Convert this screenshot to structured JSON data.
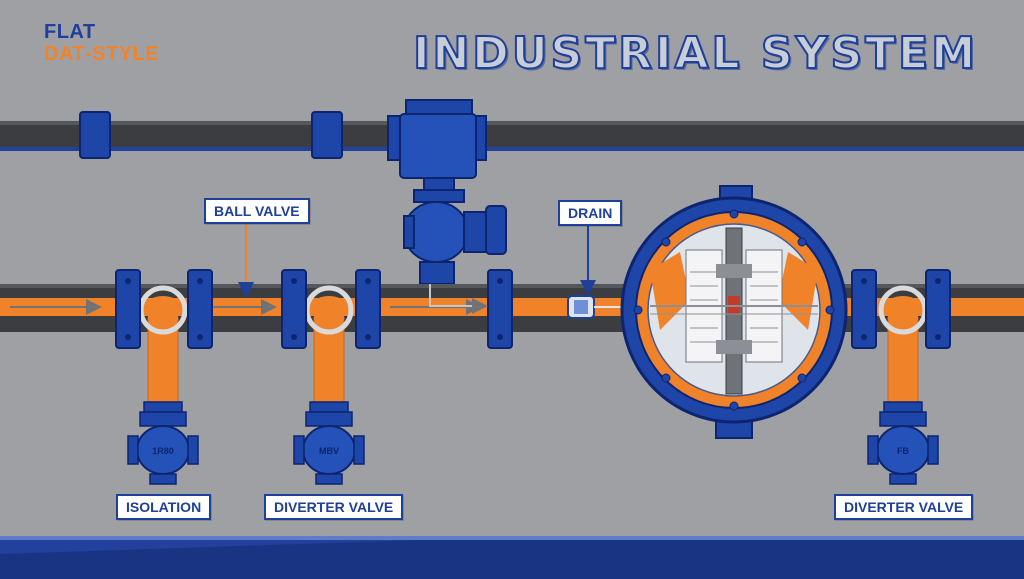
{
  "brand": {
    "line1": "FLAT",
    "line2": "DAT‑STYLE"
  },
  "title": "INDUSTRIAL SYSTEM",
  "labels": {
    "ball_valve": "BALL VALVE",
    "drain": "DRAIN",
    "isolation": "ISOLATION",
    "diverter_valve_1": "DIVERTER VALVE",
    "diverter_valve_2": "DIVERTER VALVE"
  },
  "valve_body_text": {
    "valve_1": "1R80",
    "valve_2": "MBV",
    "valve_3": "FB"
  },
  "colors": {
    "background": "#9ea0a3",
    "pipe": "#3b3d40",
    "flow": "#f0832a",
    "blue": "#1e45a8",
    "blue_dark": "#0d2470",
    "label_border": "#1e3f9a"
  }
}
